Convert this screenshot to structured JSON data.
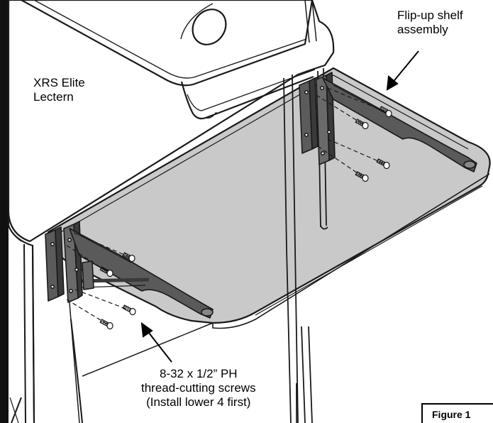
{
  "labels": {
    "lectern": [
      "XRS Elite",
      "Lectern"
    ],
    "shelf": [
      "Flip-up shelf",
      "assembly"
    ],
    "screws": [
      "8-32 x 1/2” PH",
      "thread-cutting screws",
      "(Install lower 4 first)"
    ]
  },
  "figure": "Figure 1",
  "colors": {
    "shelf_fill": "#b4b4b4",
    "bracket": "#555555",
    "line": "#1a1a1a"
  }
}
